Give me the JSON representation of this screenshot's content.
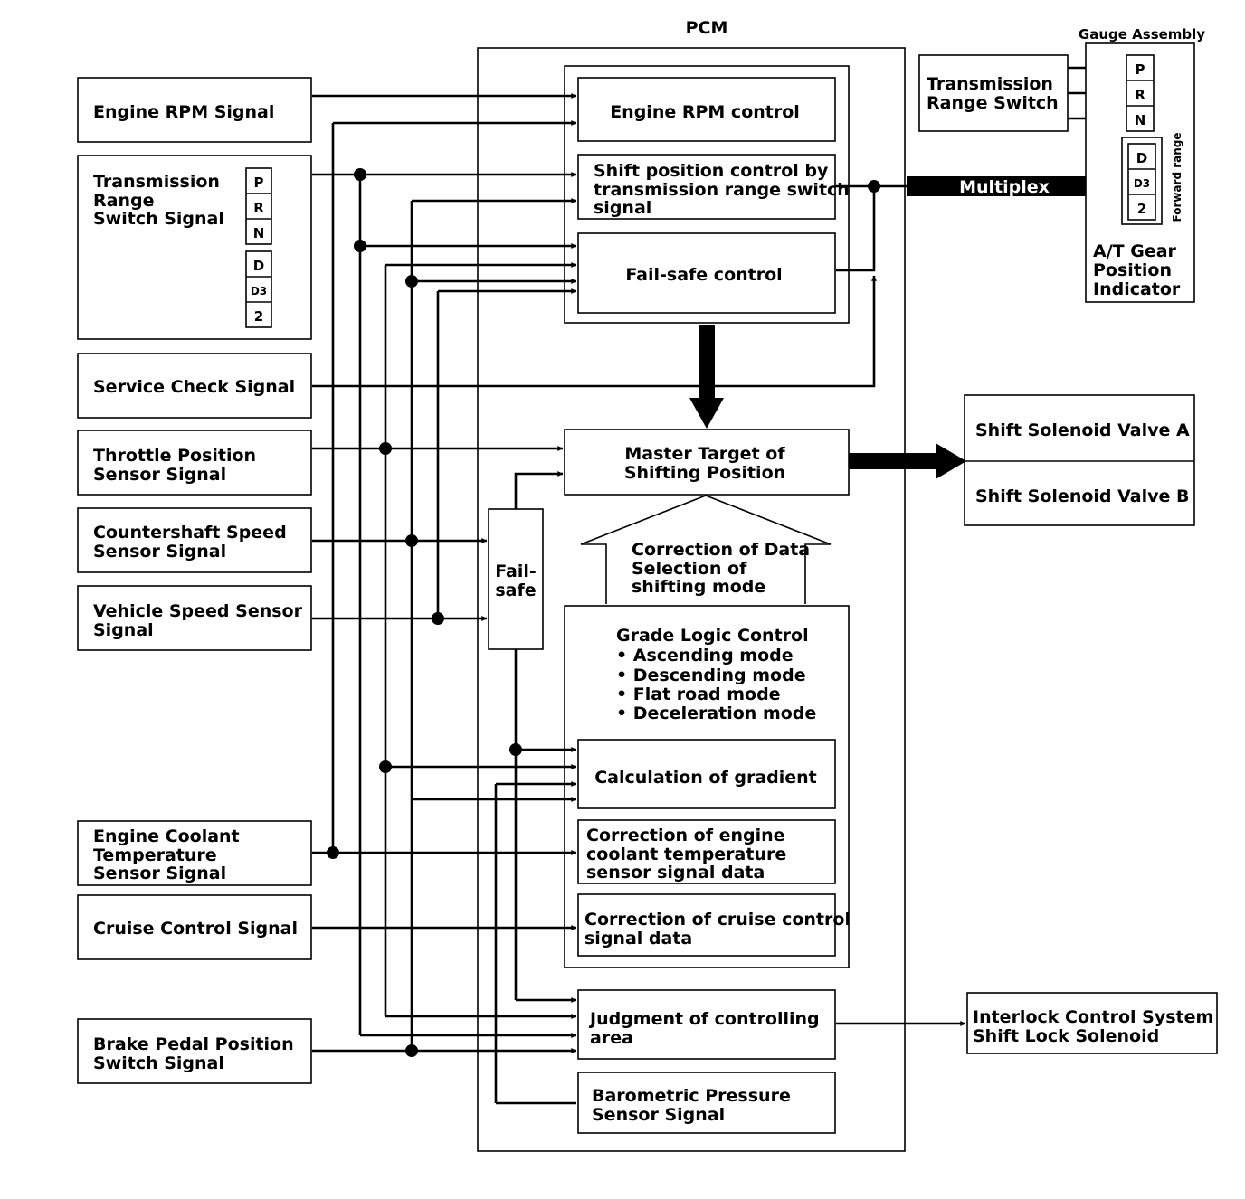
{
  "pcm_title": "PCM",
  "inputs": {
    "engine_rpm": [
      "Engine RPM Signal"
    ],
    "trs": [
      "Transmission",
      "Range",
      "Switch Signal"
    ],
    "service_check": [
      "Service Check Signal"
    ],
    "tps": [
      "Throttle Position",
      "Sensor Signal"
    ],
    "countershaft": [
      "Countershaft Speed",
      "Sensor Signal"
    ],
    "vss": [
      "Vehicle Speed Sensor",
      "Signal"
    ],
    "ect": [
      "Engine Coolant",
      "Temperature",
      "Sensor Signal"
    ],
    "cruise": [
      "Cruise Control Signal"
    ],
    "brake": [
      "Brake Pedal Position",
      "Switch Signal"
    ]
  },
  "range_letters": [
    "P",
    "R",
    "N"
  ],
  "forward_letters": [
    "D",
    "D3",
    "2"
  ],
  "pcm_blocks": {
    "engine_rpm_control": [
      "Engine RPM control"
    ],
    "shift_position_control": [
      "Shift position control by",
      "transmission range switch",
      "signal"
    ],
    "fail_safe_control": [
      "Fail-safe control"
    ],
    "master_target": [
      "Master Target of",
      "Shifting Position"
    ],
    "fail_safe": [
      "Fail-",
      "safe"
    ],
    "correction_data": [
      "Correction of Data",
      "Selection of",
      "shifting mode"
    ],
    "grade_logic": {
      "title": "Grade Logic Control",
      "modes": [
        "• Ascending mode",
        "• Descending mode",
        "• Flat road mode",
        "• Deceleration mode"
      ]
    },
    "calc_gradient": [
      "Calculation of gradient"
    ],
    "corr_ect": [
      "Correction of engine",
      "coolant temperature",
      "sensor signal data"
    ],
    "corr_cruise": [
      "Correction of cruise control",
      "signal data"
    ],
    "judgment": [
      "Judgment of controlling",
      "area"
    ],
    "barometric": [
      "Barometric Pressure",
      "Sensor Signal"
    ]
  },
  "outputs": {
    "gauge_assembly": "Gauge Assembly",
    "trs_out": [
      "Transmission",
      "Range Switch"
    ],
    "forward_range": "Forward range",
    "gear_indicator": [
      "A/T Gear",
      "Position",
      "Indicator"
    ],
    "multiplex": "Multiplex",
    "solenoid_a": "Shift Solenoid Valve A",
    "solenoid_b": "Shift Solenoid Valve B",
    "interlock": [
      "Interlock Control System",
      "Shift Lock Solenoid"
    ]
  }
}
